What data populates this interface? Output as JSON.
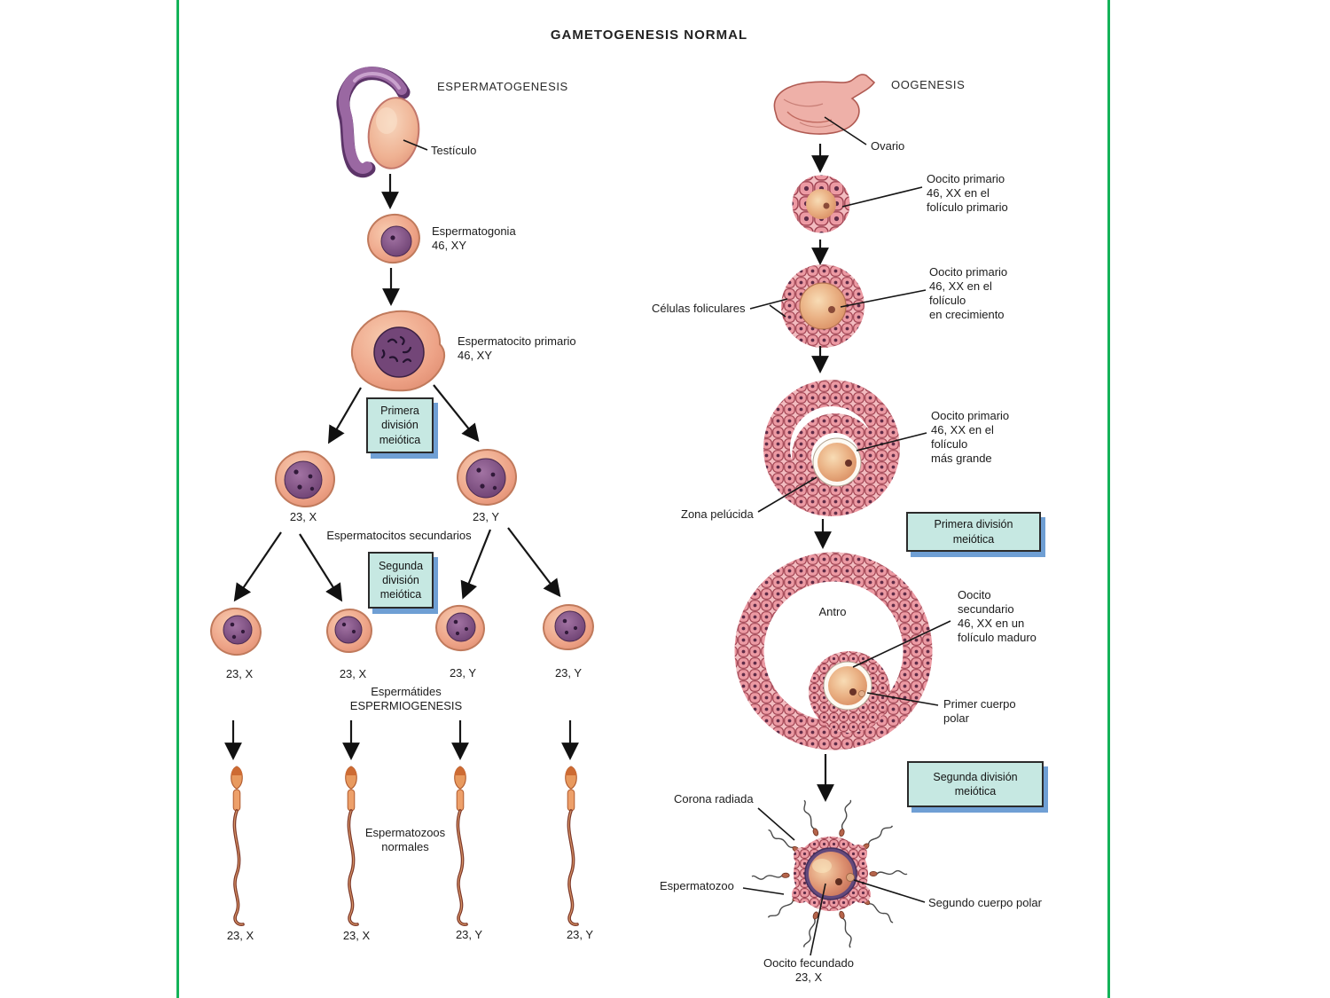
{
  "title": "GAMETOGENESIS NORMAL",
  "colors": {
    "green_rule": "#14b359",
    "box_bg": "#c6e8e2",
    "box_border": "#2b2b2b",
    "box_shadow": "#6f9fd4",
    "follicle_cell": "#ec9aa3",
    "follicle_cell_outline": "#a04352",
    "cell_cytoplasm": "#eda286",
    "nucleus_purple": "#6b3f70",
    "oocyte": "#eab184",
    "text": "#1c1c1c"
  },
  "spermatogenesis": {
    "heading": "ESPERMATOGENESIS",
    "testiculo": "Testículo",
    "espermatogonia": "Espermatogonia\n46, XY",
    "espermatocito_primario": "Espermatocito primario\n46, XY",
    "box_primera": "Primera\ndivisión\nmeiótica",
    "secundario_izq": "23, X",
    "secundario_der": "23, Y",
    "espermatocitos_secundarios": "Espermatocitos secundarios",
    "box_segunda": "Segunda\ndivisión\nmeiótica",
    "espermatides_cariotipos": [
      "23, X",
      "23, X",
      "23, Y",
      "23, Y"
    ],
    "espermatides": "Espermátides",
    "espermiogenesis": "ESPERMIOGENESIS",
    "espermatozoos_normales": "Espermatozoos\nnormales",
    "espermatozoos_cariotipos": [
      "23, X",
      "23, X",
      "23, Y",
      "23, Y"
    ]
  },
  "oogenesis": {
    "heading": "OOGENESIS",
    "ovario": "Ovario",
    "oocito_primario_foliculo_primario": "Oocito primario\n46, XX en el\nfolículo primario",
    "celulas_foliculares": "Células foliculares",
    "oocito_primario_en_crecimiento": "Oocito primario\n46, XX en el\nfolículo\nen crecimiento",
    "oocito_primario_mas_grande": "Oocito primario\n46, XX en el\nfolículo\nmás grande",
    "zona_pelucida": "Zona pelúcida",
    "box_primera": "Primera división\nmeiótica",
    "antro": "Antro",
    "oocito_secundario": "Oocito\nsecundario\n46, XX en un\nfolículo maduro",
    "primer_cuerpo_polar": "Primer cuerpo\npolar",
    "box_segunda": "Segunda división\nmeiótica",
    "corona_radiada": "Corona radiada",
    "espermatozoo": "Espermatozoo",
    "segundo_cuerpo_polar": "Segundo cuerpo polar",
    "oocito_fecundado": "Oocito fecundado\n23, X"
  }
}
